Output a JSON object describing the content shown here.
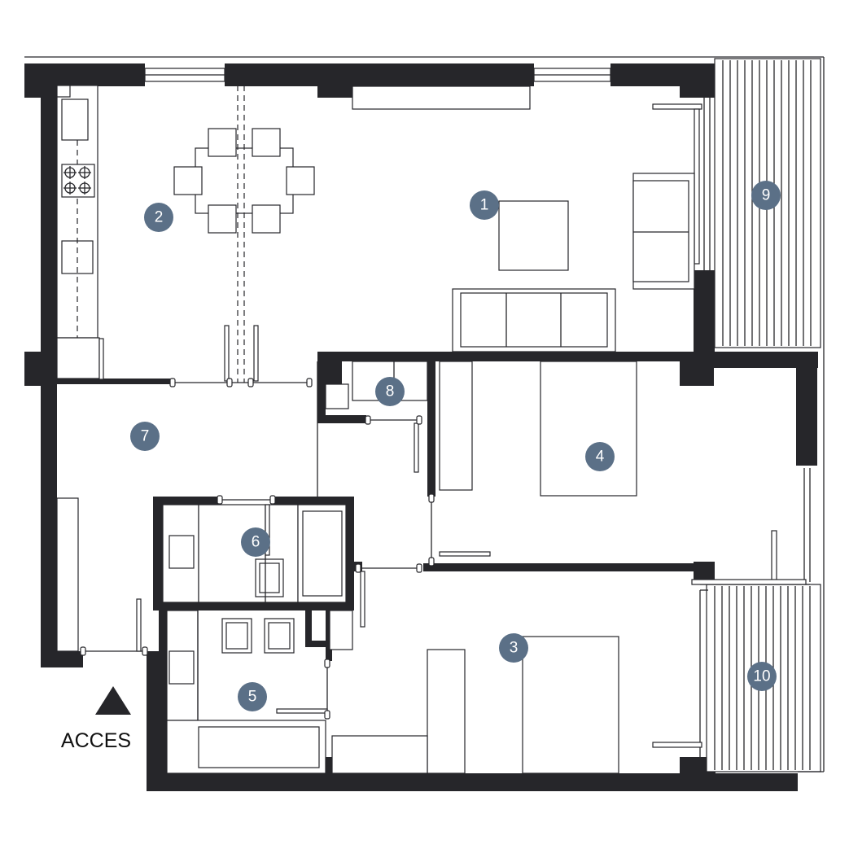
{
  "plan": {
    "entrance_label": "ACCES",
    "room_markers": [
      "1",
      "2",
      "3",
      "4",
      "5",
      "6",
      "7",
      "8",
      "9",
      "10"
    ],
    "colors": {
      "wall": "#26262a",
      "marker": "#5b7087",
      "marker_text": "#ffffff"
    },
    "icons": {
      "entrance": "triangle-up-icon",
      "stove": "stove-burners-icon"
    }
  }
}
